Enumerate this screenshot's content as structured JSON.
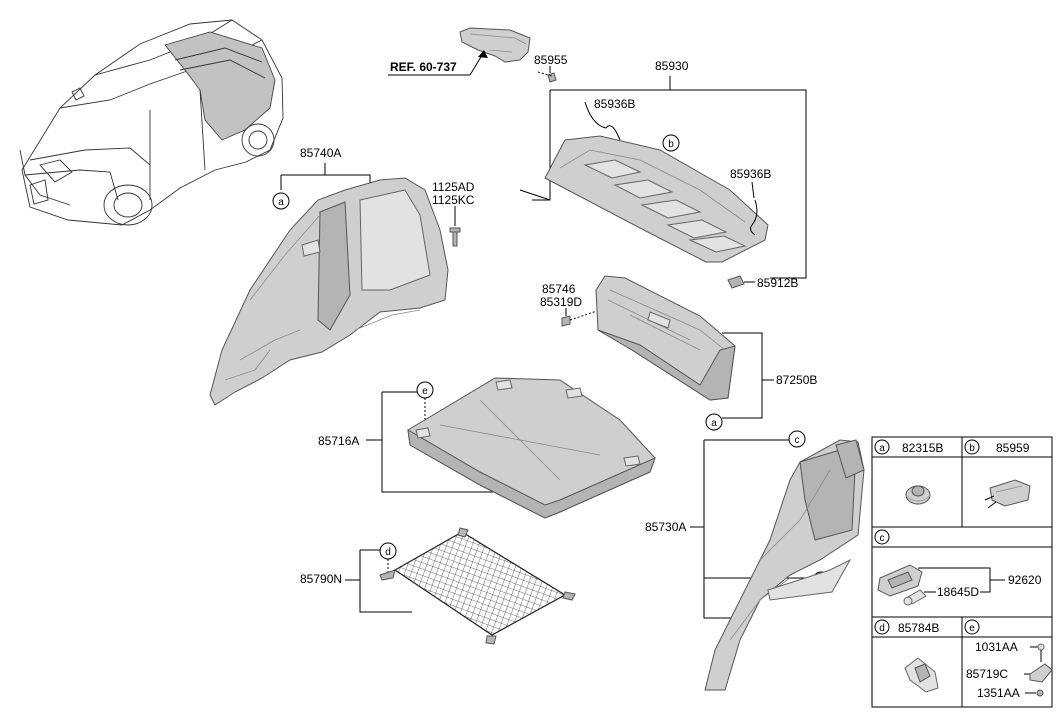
{
  "reference": "REF. 60-737",
  "callout_letters": [
    "a",
    "b",
    "c",
    "d",
    "e"
  ],
  "parts": {
    "p85955": "85955",
    "p85930": "85930",
    "p85936B_top": "85936B",
    "p85936B_right": "85936B",
    "p85912B": "85912B",
    "p85740A": "85740A",
    "p1125AD": "1125AD",
    "p1125KC": "1125KC",
    "p85746": "85746",
    "p85319D": "85319D",
    "p87250B": "87250B",
    "p85716A": "85716A",
    "p85730A": "85730A",
    "p85790N": "85790N"
  },
  "legend": {
    "a_part": "82315B",
    "b_part": "85959",
    "c_part_main": "92620",
    "c_part_sub": "18645D",
    "d_part": "85784B",
    "e_part_top": "1031AA",
    "e_part_mid": "85719C",
    "e_part_bot": "1351AA"
  }
}
